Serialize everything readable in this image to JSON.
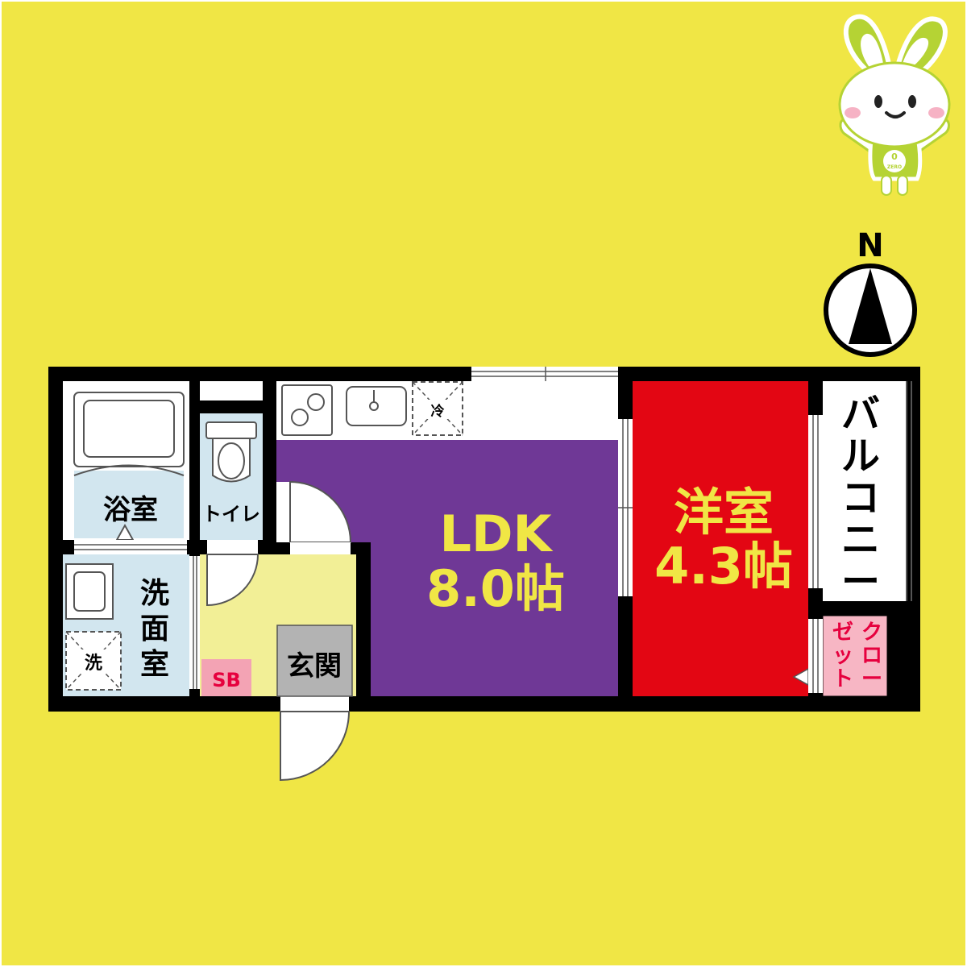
{
  "compass": {
    "label": "N"
  },
  "mascot": {
    "badge": "ZERO",
    "badge_digit": "0"
  },
  "rooms": {
    "bath": "浴室",
    "toilet": "トイレ",
    "washroom": [
      "洗",
      "面",
      "室"
    ],
    "washer": "洗",
    "ldk_name": "LDK",
    "ldk_size": "8.0帖",
    "western_name": "洋室",
    "western_size": "4.3帖",
    "balcony": [
      "バ",
      "ル",
      "コ",
      "ニ",
      "ー"
    ],
    "closet_col1": [
      "ク",
      "ロ",
      "ー"
    ],
    "closet_col2": [
      "ゼ",
      "ッ",
      "ト"
    ],
    "entrance": "玄関",
    "shoebox": "SB",
    "fridge": "冷"
  },
  "colors": {
    "background": "#f0e645",
    "ldk": "#6f3896",
    "western": "#e30613",
    "wet_area": "#d2e6ef",
    "entrance": "#f2ef96",
    "entrance_mat": "#b3b3b3",
    "shoebox": "#f3a3b4",
    "closet": "#f7b6c4",
    "sb_text": "#e6003e",
    "closet_text": "#e6003e",
    "room_label": "#f0e645",
    "mascot_green": "#b5d334"
  }
}
